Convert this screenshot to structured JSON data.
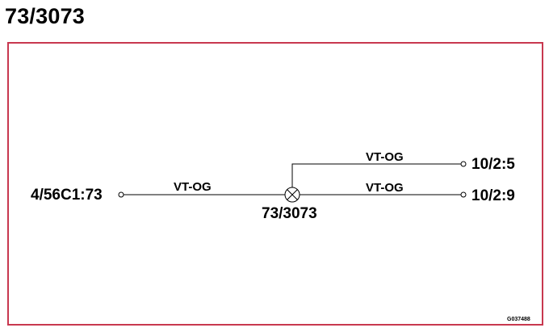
{
  "title": "73/3073",
  "nodes": {
    "left": "4/56C1:73",
    "right_top": "10/2:5",
    "right_bottom": "10/2:9",
    "splice": "73/3073"
  },
  "wires": {
    "left": "VT-OG",
    "right_top": "VT-OG",
    "right_bottom": "VT-OG"
  },
  "drawing_code": "G037488",
  "colors": {
    "frame": "#c8384f",
    "line": "#000000"
  }
}
